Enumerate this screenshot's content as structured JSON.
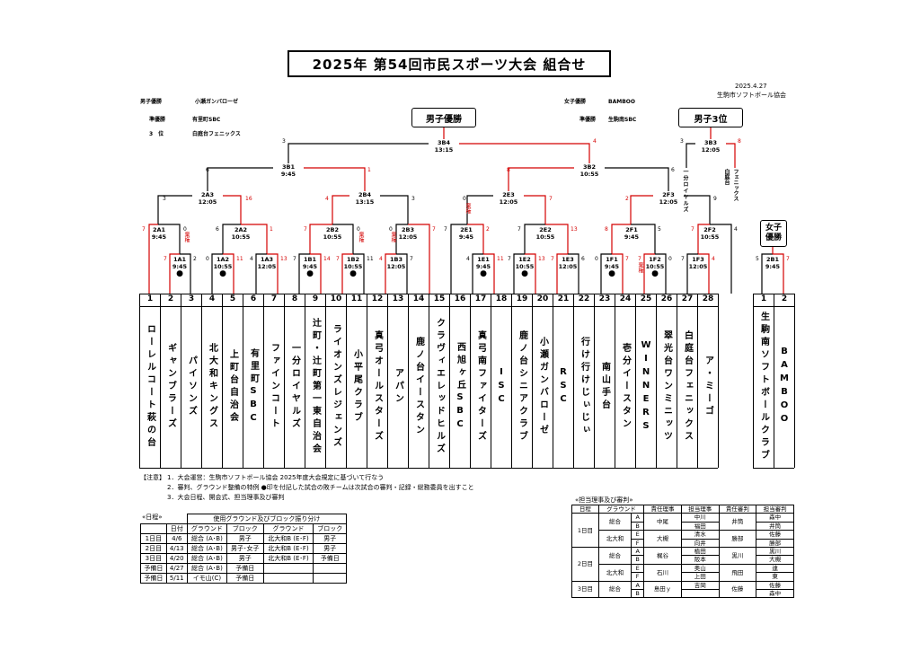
{
  "header": {
    "title": "2025年 第54回市民スポーツ大会 組合せ",
    "date": "2025.4.27",
    "org": "生駒市ソフトボール協会"
  },
  "results": {
    "men_win_label": "男子優勝",
    "men_win": "小瀬ガンバローゼ",
    "men_second_label": "準優勝",
    "men_second": "有里町SBC",
    "men_third_label": "3　位",
    "men_third": "白庭台フェニックス",
    "women_win_label": "女子優勝",
    "women_win": "BAMBOO",
    "women_second_label": "準優勝",
    "women_second": "生駒南SBC"
  },
  "boxes": {
    "men_champion": "男子優勝",
    "men_third": "男子3位",
    "women_champion": "女子優勝"
  },
  "matches": {
    "m3B4": [
      "3B4",
      "13:15"
    ],
    "m3B1": [
      "3B1",
      "9:45"
    ],
    "m3B2": [
      "3B2",
      "10:55"
    ],
    "m3B3": [
      "3B3",
      "12:05"
    ],
    "m2A3": [
      "2A3",
      "12:05"
    ],
    "m2B4": [
      "2B4",
      "13:15"
    ],
    "m2E3": [
      "2E3",
      "12:05"
    ],
    "m2F3": [
      "2F3",
      "12:05"
    ],
    "m2A1": [
      "2A1",
      "9:45"
    ],
    "m2A2": [
      "2A2",
      "10:55"
    ],
    "m2B2": [
      "2B2",
      "10:55"
    ],
    "m2B3": [
      "2B3",
      "12:05"
    ],
    "m2E1": [
      "2E1",
      "9:45"
    ],
    "m2E2": [
      "2E2",
      "10:55"
    ],
    "m2F1": [
      "2F1",
      "9:45"
    ],
    "m2F2": [
      "2F2",
      "10:55"
    ],
    "m1A1": [
      "1A1",
      "9:45"
    ],
    "m1A2": [
      "1A2",
      "10:55"
    ],
    "m1A3": [
      "1A3",
      "12:05"
    ],
    "m1B1": [
      "1B1",
      "9:45"
    ],
    "m1B2": [
      "1B2",
      "10:55"
    ],
    "m1B3": [
      "1B3",
      "12:05"
    ],
    "m1E1": [
      "1E1",
      "9:45"
    ],
    "m1E2": [
      "1E2",
      "10:55"
    ],
    "m1E3": [
      "1E3",
      "12:05"
    ],
    "m1F1": [
      "1F1",
      "9:45"
    ],
    "m1F2": [
      "1F2",
      "10:55"
    ],
    "m1F3": [
      "1F3",
      "12:05"
    ],
    "w2B1": [
      "2B1",
      "9:45"
    ]
  },
  "scores": {
    "s3B4": [
      "3",
      "4"
    ],
    "s3B1": [
      "6",
      "1"
    ],
    "s3B2": [
      "8",
      "6"
    ],
    "s3B3": [
      "3",
      "8"
    ],
    "s2A3": [
      "3",
      "16"
    ],
    "s2B4": [
      "4",
      "3"
    ],
    "s2E3": [
      "0",
      "7"
    ],
    "s2F3": [
      "2",
      "9"
    ],
    "s2A1": [
      "7",
      "0"
    ],
    "s2A2": [
      "6",
      "1"
    ],
    "s2B2": [
      "7",
      "0"
    ],
    "s2B3": [
      "0",
      "7"
    ],
    "s2E1": [
      "7",
      "2"
    ],
    "s2E2": [
      "7",
      "13"
    ],
    "s2F1": [
      "8",
      "5"
    ],
    "s2F2": [
      "7",
      "4"
    ],
    "s1A1": [
      "7",
      "2"
    ],
    "s1A2": [
      "0",
      "11"
    ],
    "s1A3": [
      "4",
      "13"
    ],
    "s1B1": [
      "7",
      "14"
    ],
    "s1B2": [
      "7",
      "11"
    ],
    "s1B3": [
      "4",
      "7"
    ],
    "s1E1": [
      "4",
      "11"
    ],
    "s1E2": [
      "7",
      "13"
    ],
    "s1E3": [
      "7",
      "6"
    ],
    "s1F1": [
      "0",
      "7"
    ],
    "s1F2": [
      "7",
      "0"
    ],
    "s1F3": [
      "7",
      "4"
    ],
    "sW2B1": [
      "5",
      "7"
    ]
  },
  "forfeit": "棄権",
  "third_place_notes": {
    "left": "一分ロイヤルズ",
    "mid": "白庭台",
    "right": "フェニックス"
  },
  "teams": [
    {
      "no": "1",
      "name": "ローレルコート萩の台"
    },
    {
      "no": "2",
      "name": "ギャンブラーズ"
    },
    {
      "no": "3",
      "name": "パイソンズ"
    },
    {
      "no": "4",
      "name": "北大和キングス"
    },
    {
      "no": "5",
      "name": "上町台自治会"
    },
    {
      "no": "6",
      "name": "有里町SBC"
    },
    {
      "no": "7",
      "name": "ファインコート"
    },
    {
      "no": "8",
      "name": "一分ロイヤルズ"
    },
    {
      "no": "9",
      "name": "辻町・辻町第一東自治会"
    },
    {
      "no": "10",
      "name": "ライオンズレジェンズ"
    },
    {
      "no": "11",
      "name": "小平尾クラブ"
    },
    {
      "no": "12",
      "name": "真弓オールスターズ"
    },
    {
      "no": "13",
      "name": "アパン"
    },
    {
      "no": "14",
      "name": "鹿ノ台イースタン"
    },
    {
      "no": "15",
      "name": "クラヴィエレッドヒルズ"
    },
    {
      "no": "16",
      "name": "西旭ヶ丘SBC"
    },
    {
      "no": "17",
      "name": "真弓南ファイターズ"
    },
    {
      "no": "18",
      "name": "ISC"
    },
    {
      "no": "19",
      "name": "鹿ノ台シニアクラブ"
    },
    {
      "no": "20",
      "name": "小瀬ガンバローゼ"
    },
    {
      "no": "21",
      "name": "RSC"
    },
    {
      "no": "22",
      "name": "行け行けじぃじぃ"
    },
    {
      "no": "23",
      "name": "南山手台"
    },
    {
      "no": "24",
      "name": "壱分イースタン"
    },
    {
      "no": "25",
      "name": "WINNERS"
    },
    {
      "no": "26",
      "name": "翠光台ワンミニッツ"
    },
    {
      "no": "27",
      "name": "白庭台フェニックス"
    },
    {
      "no": "28",
      "name": "ア・ミーゴ"
    }
  ],
  "women_teams": [
    {
      "no": "1",
      "name": "生駒南ソフトボールクラブ"
    },
    {
      "no": "2",
      "name": "BAMBOO"
    }
  ],
  "notes": {
    "label": "【注意】",
    "n1": "1．大会運営：生駒市ソフトボール協会 2025年度大会規定に基づいて行なう",
    "n2": "2．審判、グラウンド整備の特例 ●印を付記した試合の敗チームは次試合の審判・記録・総務委員を出すこと",
    "n3": "3．大会日程、開会式、担当理事及び審判"
  },
  "schedule": {
    "title": "«日程»",
    "group_header": "使用グラウンド及びブロック振り分け",
    "cols": [
      "日付",
      "グラウンド",
      "ブロック",
      "グラウンド",
      "ブロック"
    ],
    "rows": [
      [
        "1日目",
        "4/6",
        "総合 (A･B)",
        "男子",
        "北大和B (E･F)",
        "男子"
      ],
      [
        "2日目",
        "4/13",
        "総合 (A･B)",
        "男子･女子",
        "北大和B (E･F)",
        "男子"
      ],
      [
        "3日目",
        "4/20",
        "総合 (A･B)",
        "男子",
        "北大和B (E･F)",
        "予備日"
      ],
      [
        "予備日",
        "4/27",
        "総合 (A･B)",
        "予備日",
        "",
        ""
      ],
      [
        "予備日",
        "5/11",
        "イモ山(C)",
        "予備日",
        "",
        ""
      ]
    ]
  },
  "duty": {
    "title": "«担当理事及び審判»",
    "cols": [
      "日程",
      "グラウンド",
      "",
      "責任理事",
      "担当理事",
      "責任審判",
      "担当審判"
    ],
    "days": [
      "1日目",
      "2日目",
      "3日目"
    ],
    "grounds": [
      "総合",
      "北大和",
      "総合",
      "北大和",
      "総合"
    ],
    "fields": [
      "A",
      "B",
      "E",
      "F",
      "A",
      "B",
      "E",
      "F",
      "A",
      "B"
    ],
    "resp_directors": [
      "中尾",
      "大槻",
      "梶谷",
      "石川",
      "島田ｙ"
    ],
    "directors": [
      "中川",
      "福田",
      "清水",
      "向井",
      "植田",
      "阪本",
      "奥山",
      "上田",
      "吉岡",
      ""
    ],
    "resp_umpires": [
      "井筒",
      "勝部",
      "黒川",
      "飛田",
      "佐藤"
    ],
    "umpires": [
      "森中",
      "井筒",
      "佐藤",
      "勝部",
      "黒川",
      "大槻",
      "連",
      "東",
      "佐藤",
      "森中"
    ]
  }
}
